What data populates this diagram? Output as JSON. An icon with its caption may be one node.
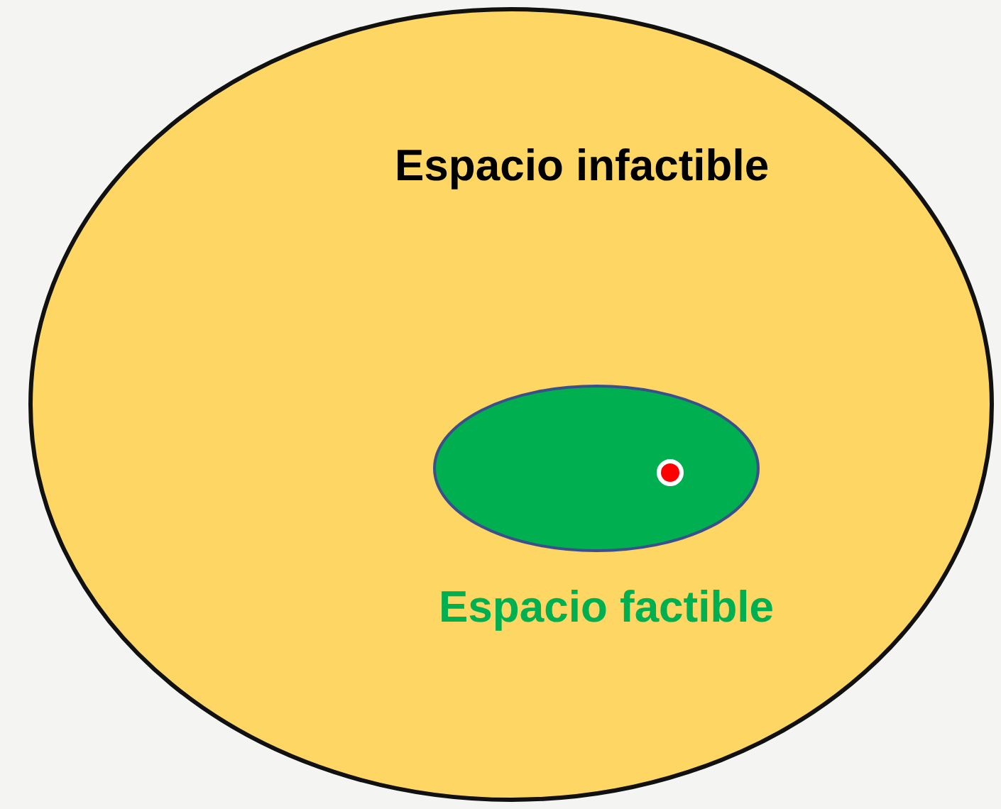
{
  "diagram": {
    "nodes": [
      {
        "text": [
          "Espacio infactible"
        ]
      },
      {
        "text": [
          "Espacio factible"
        ],
        "in": 0
      }
    ]
  }
}
